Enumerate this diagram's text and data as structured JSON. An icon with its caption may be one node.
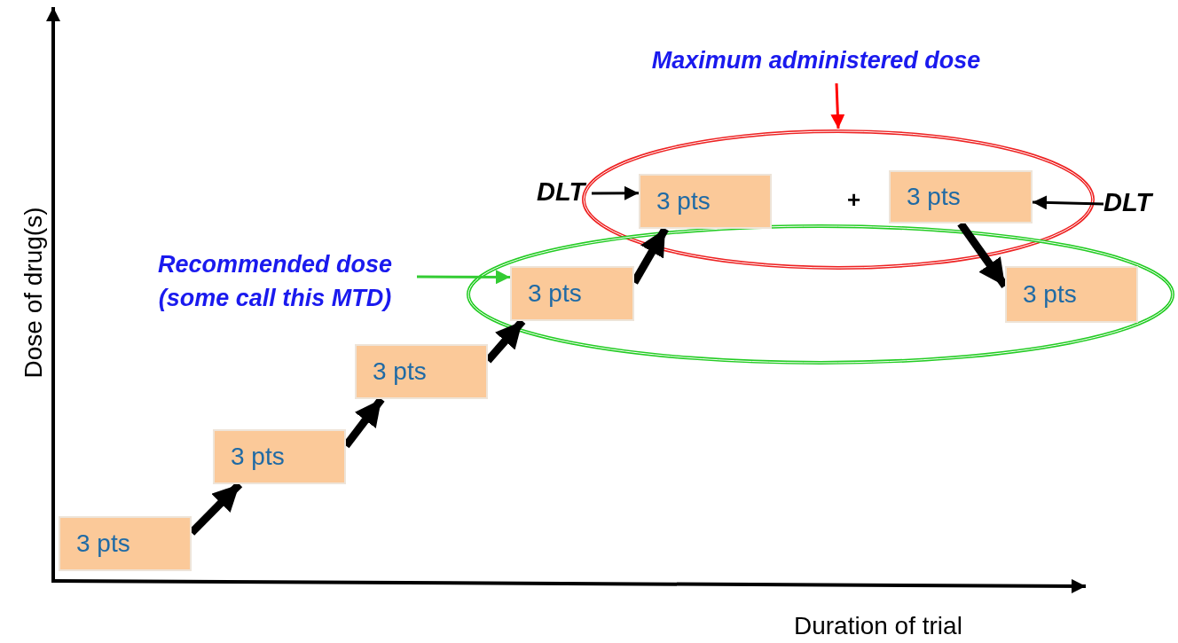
{
  "diagram": {
    "nodes": [
      {
        "text": [
          "Maximum administered dose"
        ]
      },
      {
        "text": [],
        "shape": "ellipse"
      },
      {
        "text": [
          "DLT"
        ]
      },
      {
        "text": [
          "3 pts"
        ],
        "in": 1
      },
      {
        "text": [
          "3 pts"
        ],
        "in": 1
      },
      {
        "text": [
          "DLT"
        ]
      },
      {
        "text": [
          "Recommended dose (some call this MTD)"
        ]
      },
      {
        "text": [],
        "shape": "ellipse"
      },
      {
        "text": [
          "3 pts"
        ],
        "in": 7
      },
      {
        "text": [
          "3 pts"
        ],
        "in": 7
      },
      {
        "text": [
          "3 pts"
        ]
      },
      {
        "text": [
          "3 pts"
        ]
      },
      {
        "text": [
          "3 pts"
        ]
      }
    ],
    "edges": [
      {
        "from": 0,
        "to": 1,
        "arrow": "to",
        "color": "#ff0000"
      },
      {
        "from": 2,
        "to": 3,
        "arrow": "to"
      },
      {
        "from": 5,
        "to": 4,
        "arrow": "to"
      },
      {
        "from": 6,
        "to": 8,
        "arrow": "to",
        "color": "#33cc33"
      },
      {
        "from": 12,
        "to": 11,
        "arrow": "to"
      },
      {
        "from": 11,
        "to": 10,
        "arrow": "to"
      },
      {
        "from": 10,
        "to": 8,
        "arrow": "to"
      },
      {
        "from": 8,
        "to": 3,
        "arrow": "to"
      },
      {
        "from": 4,
        "to": 9,
        "arrow": "to"
      }
    ],
    "labels": [
      "+",
      "Dose of drug(s)",
      "Duration of trial"
    ]
  }
}
